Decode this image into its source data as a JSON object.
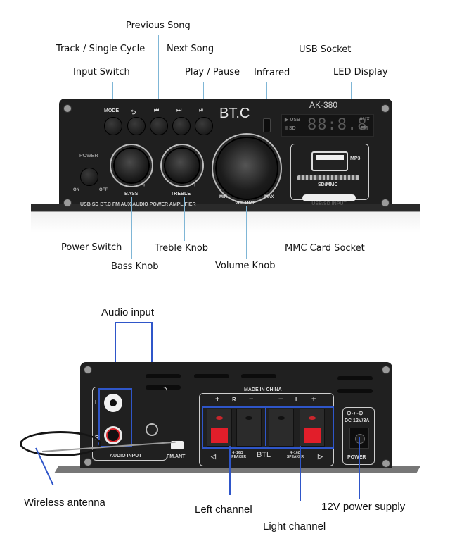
{
  "front_view": {
    "product_model": "AK-380",
    "brand_label": "BT.C",
    "panel_labels": {
      "mode": "MODE",
      "power": "POWER",
      "on": "ON",
      "off": "OFF",
      "bass": "BASS",
      "treble": "TREBLE",
      "volume": "VOLUME",
      "min": "MIN",
      "max": "MAX",
      "mp3": "MP3",
      "sd_mmc": "SD/MMC",
      "usb_sd_input": "USB/SD INPUT",
      "footer_text": "USB SD BT.C FM AUX AUDIO POWER AMPLIFIER",
      "minus": "-",
      "plus": "+"
    },
    "button_icons": [
      "mode",
      "repeat-icon",
      "previous-icon",
      "next-icon",
      "play-pause-icon"
    ],
    "button_glyphs": {
      "repeat": "⮌",
      "previous": "⏮",
      "next": "⏭",
      "play_pause": "⏯"
    },
    "led_display": {
      "left_top": "▶ USB",
      "left_bottom": "II SD",
      "digits": "88:8.8",
      "right_top": "AUX",
      "right_bottom": "FM"
    },
    "callouts": {
      "previous_song": "Previous Song",
      "track_single_cycle": "Track / Single Cycle",
      "next_song": "Next Song",
      "usb_socket": "USB Socket",
      "input_switch": "Input Switch",
      "play_pause": "Play / Pause",
      "infrared": "Infrared",
      "led_display": "LED Display",
      "power_switch": "Power Switch",
      "treble_knob": "Treble Knob",
      "mmc_card_socket": "MMC Card Socket",
      "bass_knob": "Bass Knob",
      "volume_knob": "Volume Knob"
    }
  },
  "rear_view": {
    "panel_labels": {
      "made_in_china": "MADE IN CHINA",
      "audio_input": "AUDIO INPUT",
      "fm_ant": "FM.ANT",
      "left": "L",
      "right": "R",
      "plus": "+",
      "minus": "−",
      "speaker_r": "4~16Ω SPEAKER",
      "speaker_l": "4~16Ω SPEAKER",
      "btl": "BTL",
      "dc_spec": "DC 12V/3A",
      "power": "POWER",
      "polarity": "⊖-◐-⊕"
    },
    "callouts": {
      "audio_input": "Audio input",
      "wireless_antenna": "Wireless antenna",
      "left_channel": "Left channel",
      "light_channel": "Light channel",
      "power_supply": "12V power supply"
    }
  },
  "colors": {
    "callout_line_front": "#7fb6d6",
    "callout_line_rear": "#2f56c9",
    "terminal_red": "#e21e2a",
    "panel_black": "#1b1b1b"
  }
}
